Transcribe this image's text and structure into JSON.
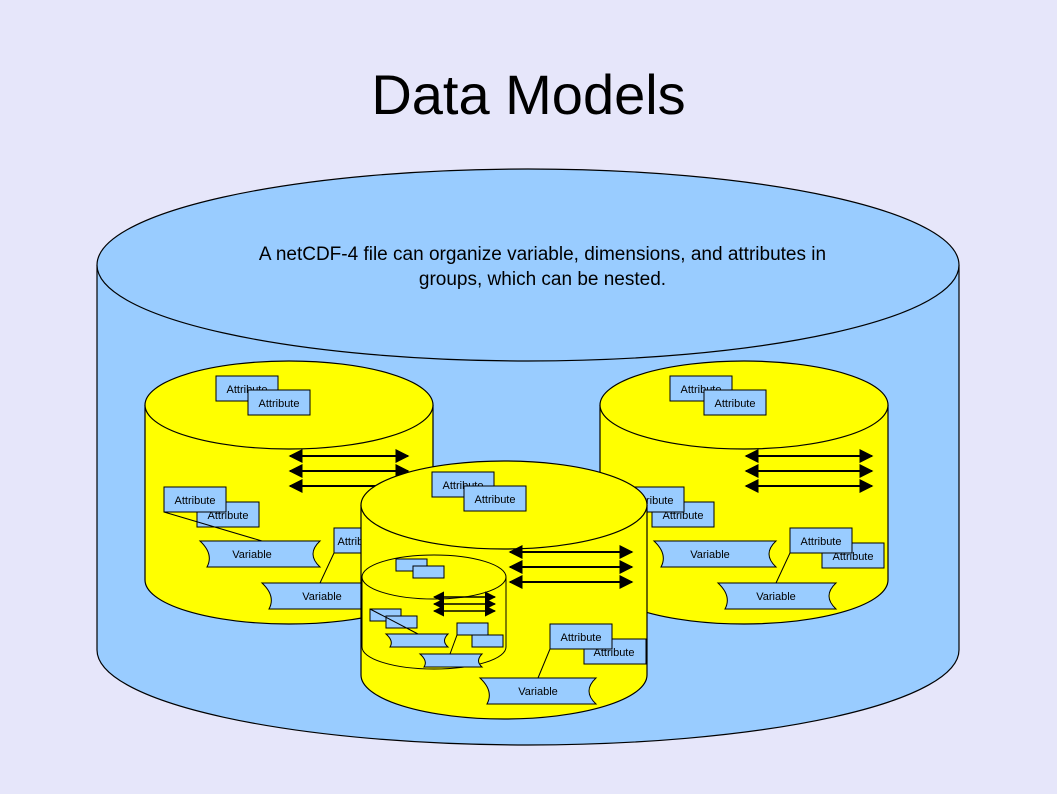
{
  "slide": {
    "title": "Data Models",
    "caption": "A netCDF-4 file can organize variable, dimensions, and attributes in groups, which can be nested."
  },
  "labels": {
    "attribute": "Attribute",
    "variable": "Variable"
  },
  "colors": {
    "background": "#e6e6fa",
    "file_cylinder": "#99ccff",
    "group_cylinder": "#ffff00",
    "attribute_box": "#99ccff",
    "outline": "#000000"
  }
}
